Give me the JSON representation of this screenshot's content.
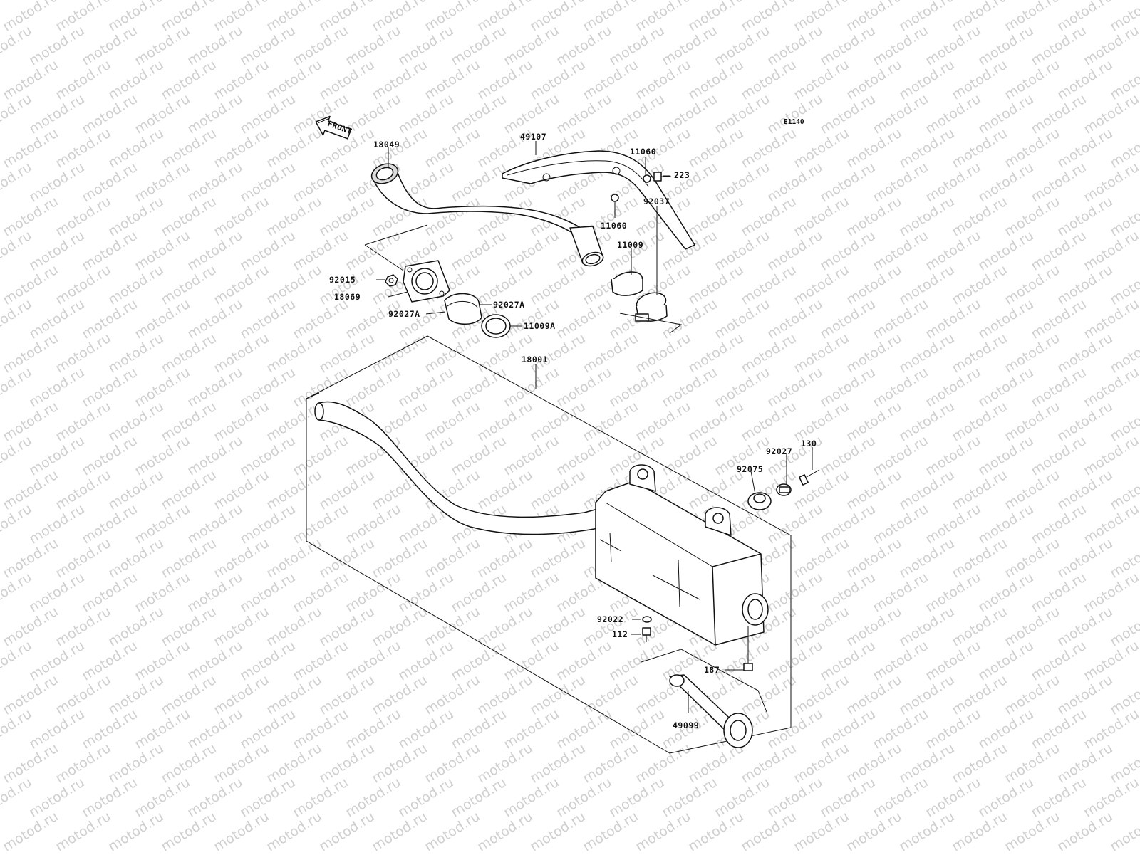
{
  "watermark": "motod.ru",
  "diagram_code": "E1140",
  "front_label": "FRONT",
  "parts": [
    {
      "id": "p18049",
      "label": "18049"
    },
    {
      "id": "p49107",
      "label": "49107"
    },
    {
      "id": "p11060a",
      "label": "11060"
    },
    {
      "id": "p223",
      "label": "223"
    },
    {
      "id": "p11060b",
      "label": "11060"
    },
    {
      "id": "p11009",
      "label": "11009"
    },
    {
      "id": "p92037",
      "label": "92037"
    },
    {
      "id": "p92015",
      "label": "92015"
    },
    {
      "id": "p18069",
      "label": "18069"
    },
    {
      "id": "p92027Aa",
      "label": "92027A"
    },
    {
      "id": "p92027Ab",
      "label": "92027A"
    },
    {
      "id": "p11009A",
      "label": "11009A"
    },
    {
      "id": "p18001",
      "label": "18001"
    },
    {
      "id": "p130",
      "label": "130"
    },
    {
      "id": "p92027",
      "label": "92027"
    },
    {
      "id": "p92075",
      "label": "92075"
    },
    {
      "id": "p92022",
      "label": "92022"
    },
    {
      "id": "p112",
      "label": "112"
    },
    {
      "id": "p187",
      "label": "187"
    },
    {
      "id": "p49099",
      "label": "49099"
    }
  ]
}
